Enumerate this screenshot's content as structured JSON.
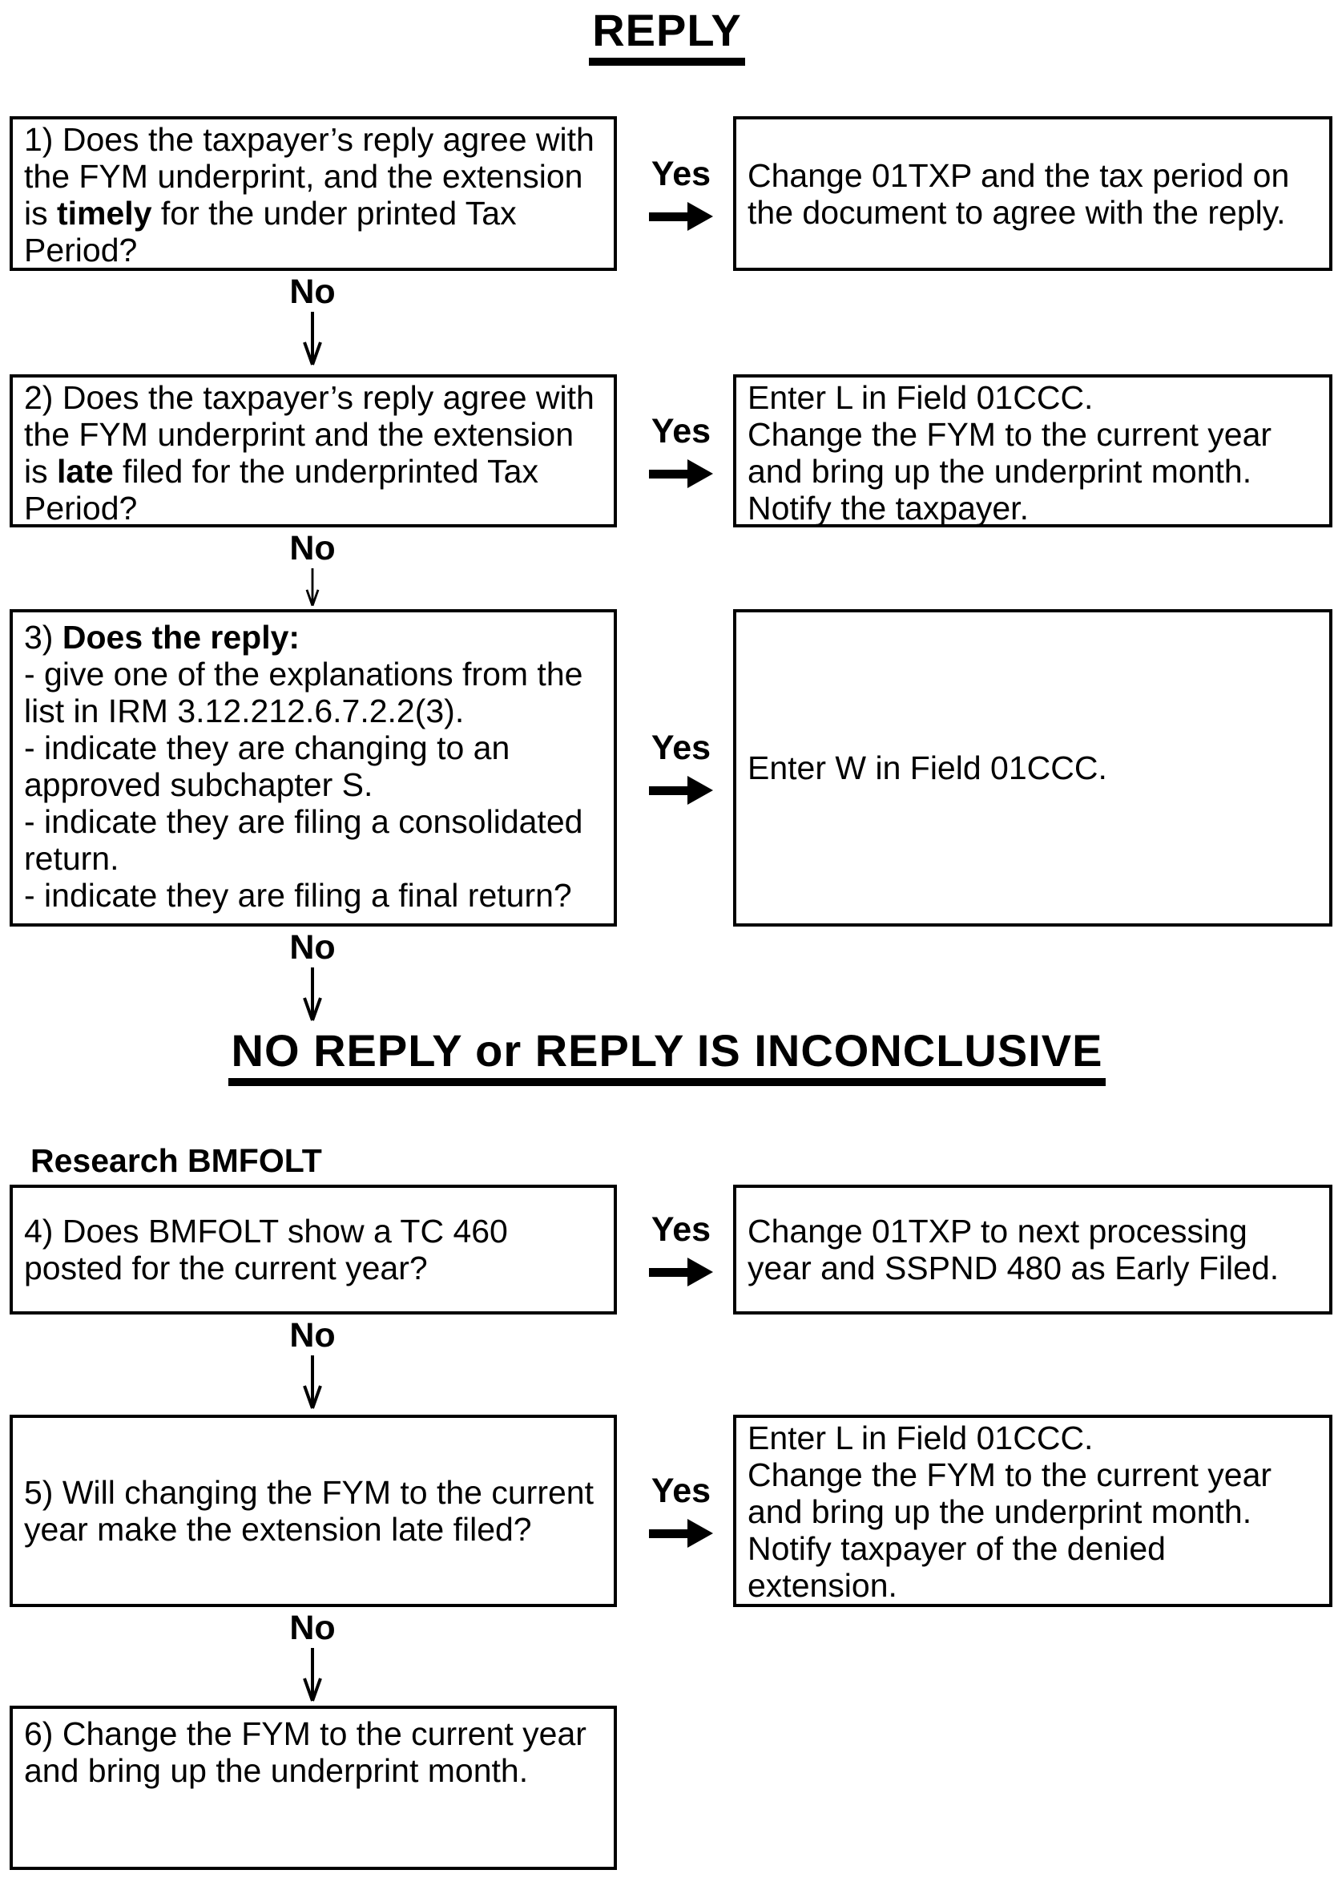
{
  "title": "REPLY",
  "no_reply_heading": "NO REPLY or REPLY IS INCONCLUSIVE",
  "research_label": "Research BMFOLT",
  "connector_labels": {
    "yes": "Yes",
    "no": "No"
  },
  "colors": {
    "ink": "#000000",
    "background": "#ffffff"
  },
  "steps": {
    "q1": {
      "pre": "1) Does the taxpayer’s reply agree with the FYM underprint, and the extension is ",
      "bold": "timely",
      "post": " for the under printed Tax Period?"
    },
    "a1": "Change 01TXP and the tax period on the document to agree with the reply.",
    "q2": {
      "pre": "2) Does the taxpayer’s reply agree with the FYM underprint and the extension is ",
      "bold": "late",
      "post": " filed for the underprinted Tax Period?"
    },
    "a2": [
      "Enter L in Field 01CCC.",
      "Change the FYM to the current year and bring up the underprint month.",
      "Notify the taxpayer."
    ],
    "q3": {
      "pre": "3) ",
      "bold": "Does the reply:",
      "items": [
        "- give one of the explanations from the list in IRM 3.12.212.6.7.2.2(3).",
        "- indicate they are changing to an approved subchapter S.",
        "- indicate they are filing a consolidated return.",
        "- indicate they are filing a final return?"
      ]
    },
    "a3": "Enter W in Field 01CCC.",
    "q4": "4) Does BMFOLT show a TC 460 posted for the current year?",
    "a4": "Change 01TXP to next processing year and SSPND 480 as Early Filed.",
    "q5": "5) Will changing the FYM to the current year make the extension late filed?",
    "a5": [
      "Enter L in Field 01CCC.",
      "Change the FYM to the current year and bring up the underprint month.",
      "Notify taxpayer of the denied extension."
    ],
    "q6": "6) Change the FYM to the current year and bring up the underprint month."
  }
}
